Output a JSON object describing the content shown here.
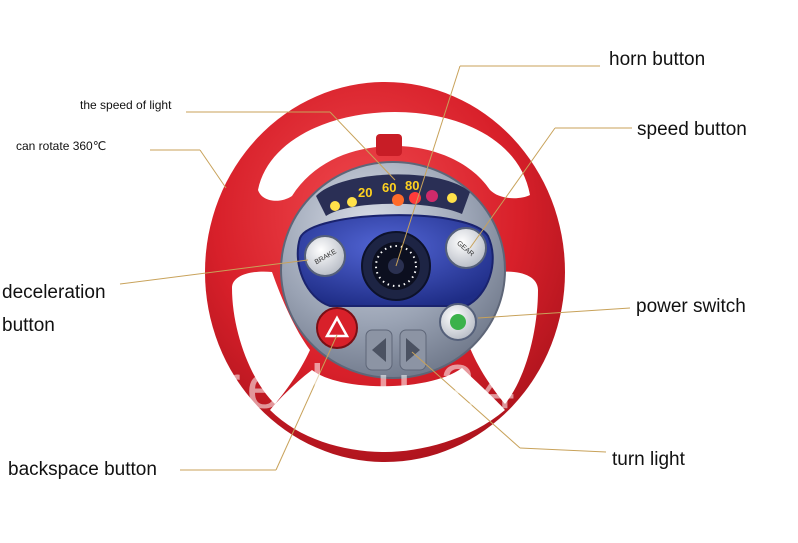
{
  "labels": {
    "horn": "horn button",
    "speed": "speed button",
    "speed_of_light": "the speed of light",
    "rotate": "can rotate 360℃",
    "deceleration_line1": "deceleration",
    "deceleration_line2": "button",
    "power": "power switch",
    "backspace": "backspace button",
    "turn": "turn light"
  },
  "wheel_text": {
    "brake": "BRAKE",
    "gear": "GEAR",
    "speed_digits": [
      "20",
      "60",
      "80"
    ]
  },
  "watermark": "re  l.  u  24",
  "colors": {
    "rim": "#d8202a",
    "hub_gray": "#9aa3b4",
    "panel_blue": "#2c3fa8",
    "leader": "#c8a25a"
  }
}
